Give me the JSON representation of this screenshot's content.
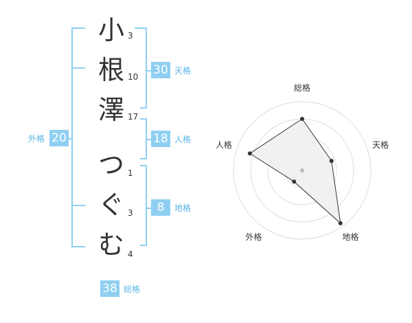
{
  "name": {
    "surname": [
      {
        "char": "小",
        "strokes": "3"
      },
      {
        "char": "根",
        "strokes": "10"
      },
      {
        "char": "澤",
        "strokes": "17"
      }
    ],
    "given": [
      {
        "char": "つ",
        "strokes": "1"
      },
      {
        "char": "ぐ",
        "strokes": "3"
      },
      {
        "char": "む",
        "strokes": "4"
      }
    ]
  },
  "kakusu": {
    "tenkaku": {
      "value": "30",
      "label": "天格"
    },
    "jinkaku": {
      "value": "18",
      "label": "人格"
    },
    "chikaku": {
      "value": "8",
      "label": "地格"
    },
    "gaikaku": {
      "value": "20",
      "label": "外格"
    },
    "soukaku": {
      "value": "38",
      "label": "総格"
    }
  },
  "radar": {
    "axes": [
      "総格",
      "天格",
      "地格",
      "外格",
      "人格"
    ],
    "values": [
      0.75,
      0.45,
      0.95,
      0.2,
      0.8
    ],
    "ring_count": 4,
    "colors": {
      "grid": "#dddddd",
      "fill": "#efefef",
      "line": "#333333",
      "point": "#333333",
      "center": "#bbbbbb"
    }
  },
  "colors": {
    "accent": "#8fcff2",
    "accent_text": "#5cb5e8",
    "text": "#333333"
  }
}
